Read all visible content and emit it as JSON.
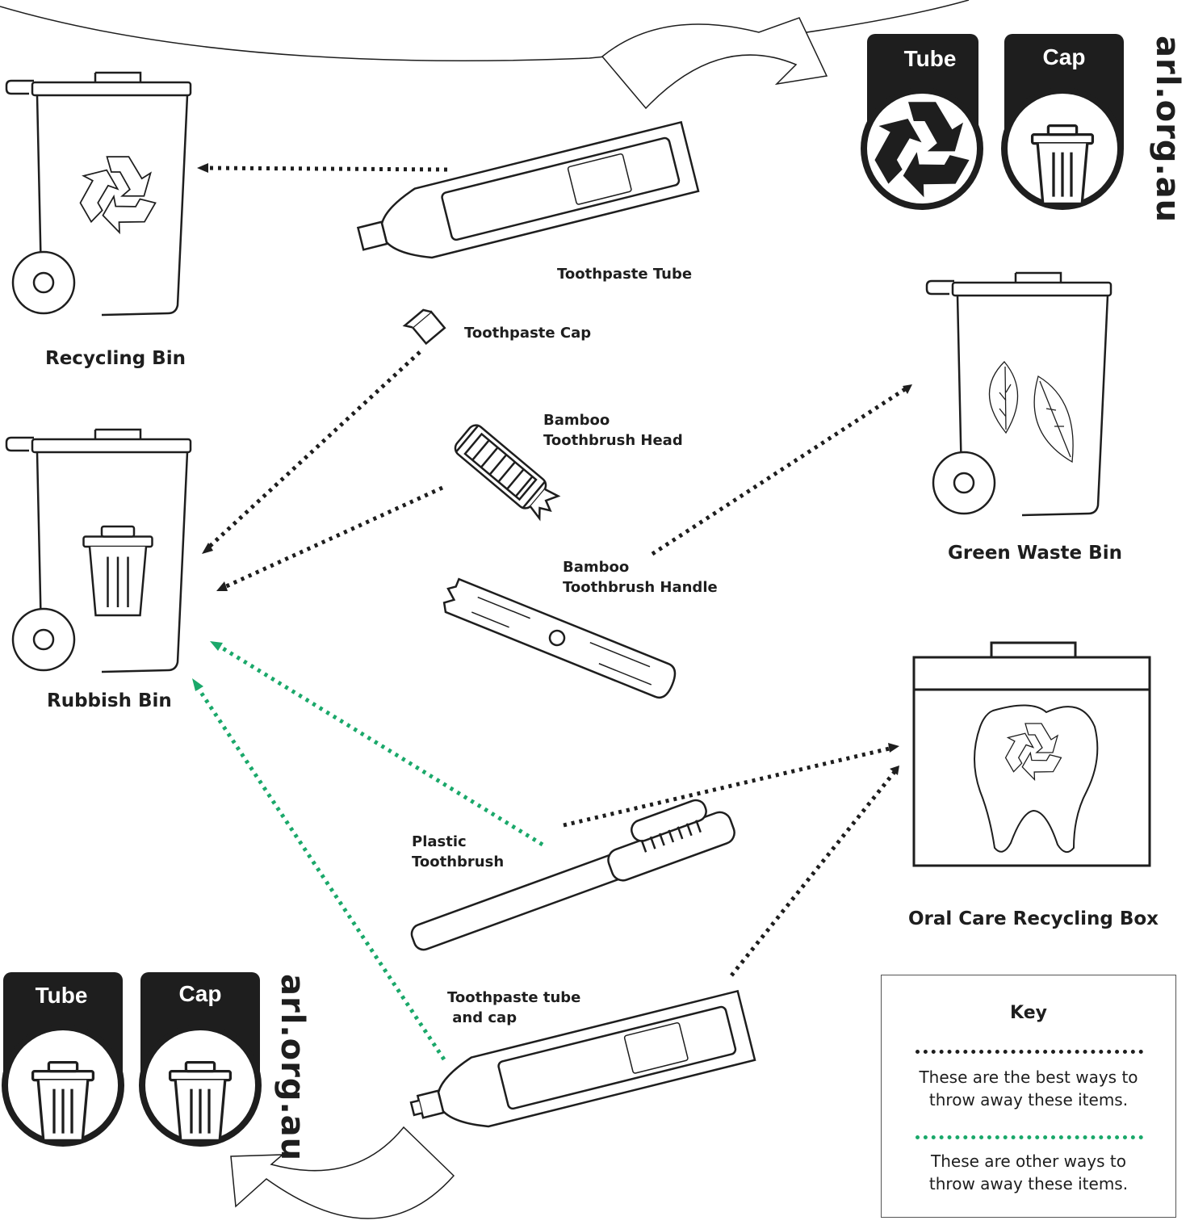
{
  "colors": {
    "ink": "#1e1e1e",
    "green": "#1aa86a",
    "bg": "#ffffff"
  },
  "bins": {
    "recycling": "Recycling Bin",
    "rubbish": "Rubbish Bin",
    "green_waste": "Green Waste Bin",
    "oral_care": "Oral Care Recycling Box"
  },
  "items": {
    "toothpaste_tube": "Toothpaste Tube",
    "toothpaste_cap": "Toothpaste Cap",
    "bamboo_head": [
      "Bamboo",
      "Toothbrush Head"
    ],
    "bamboo_handle": [
      "Bamboo",
      "Toothbrush Handle"
    ],
    "plastic_toothbrush": [
      "Plastic",
      "Toothbrush"
    ],
    "tube_and_cap": [
      "Toothpaste tube",
      " and cap"
    ]
  },
  "label_top": {
    "tube": "Tube",
    "cap": "Cap",
    "site": "arl.org.au"
  },
  "label_bottom": {
    "tube": "Tube",
    "cap": "Cap",
    "site": "arl.org.au"
  },
  "key": {
    "title": "Key",
    "best": "These are the best ways to\nthrow away these items.",
    "other": "These are other ways to\nthrow away these items."
  },
  "icons": [
    "recycle-icon",
    "rubbish-icon",
    "leaf-icon",
    "tooth-icon"
  ]
}
